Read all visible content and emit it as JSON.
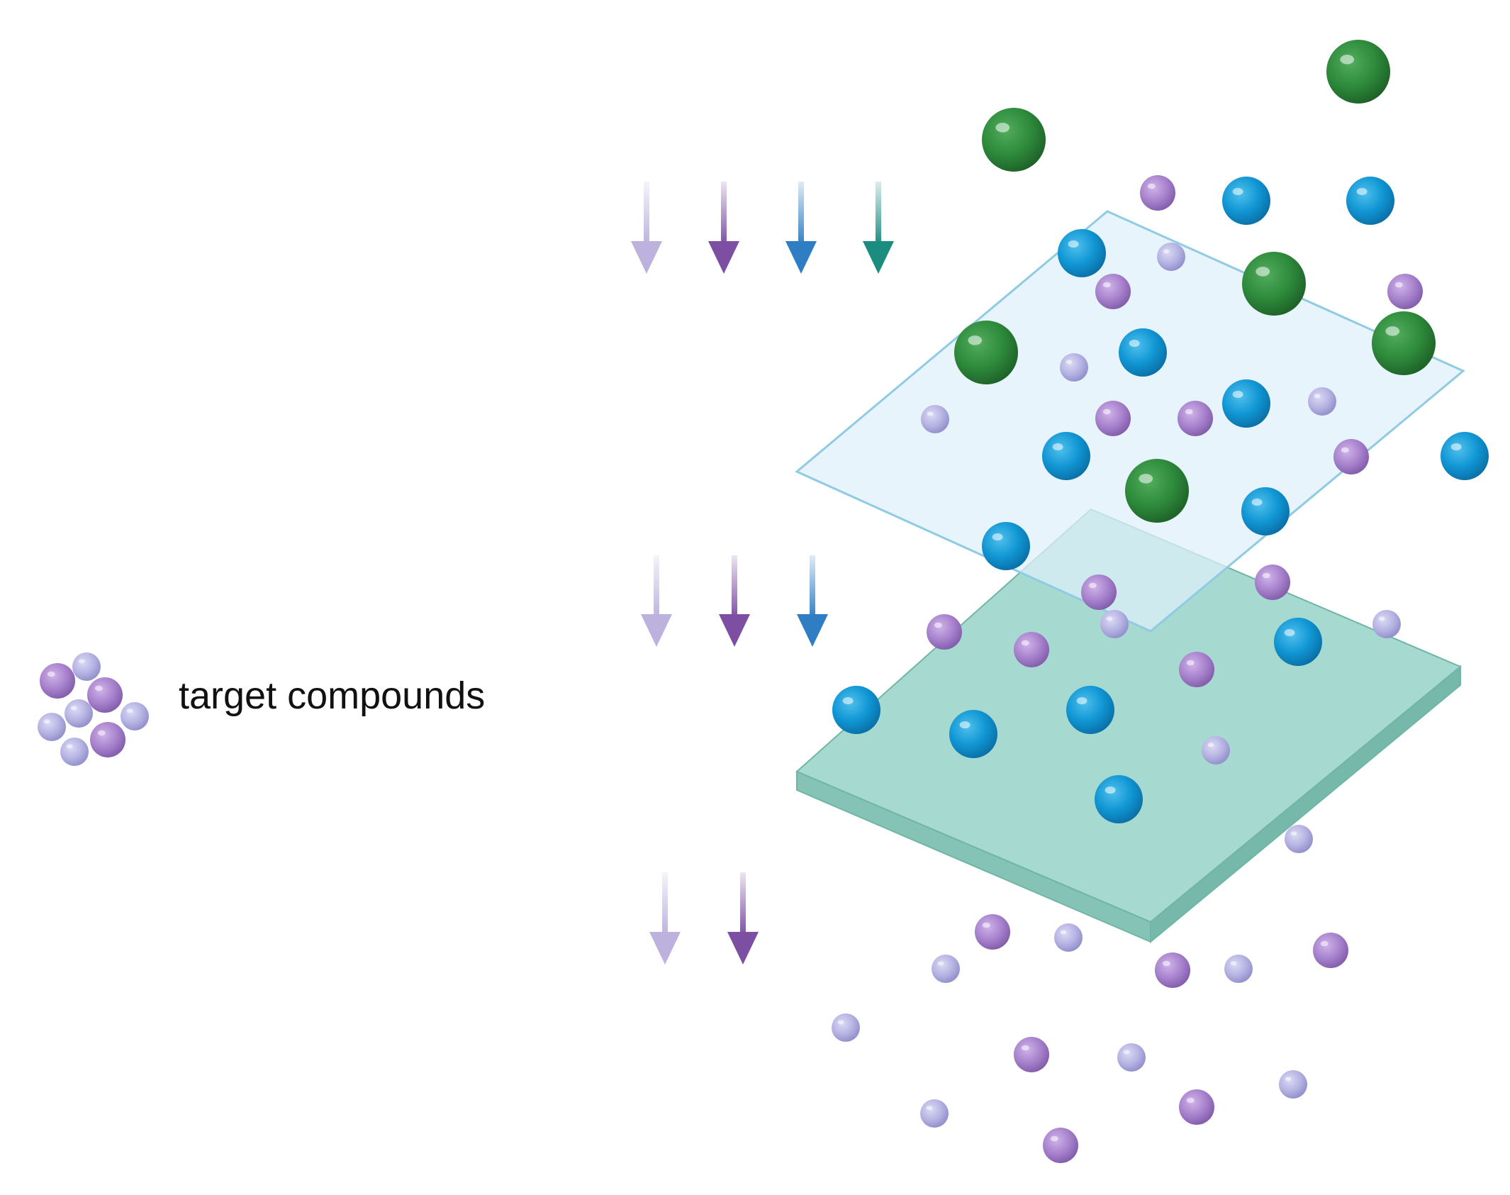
{
  "legend": {
    "label": "target compounds"
  },
  "colors": {
    "light_purple": "#b6b3e3",
    "purple": "#a882cd",
    "blue": "#1096d4",
    "green": "#2e8b3c",
    "arrow_lavender": "#bdb2de",
    "arrow_purple": "#7d4fa3",
    "arrow_blue": "#2f7ec4",
    "arrow_teal": "#1a8c80",
    "upper_membrane": "#dff0fa",
    "lower_membrane": "#a6d9cf"
  },
  "layers": [
    {
      "name": "upper-membrane",
      "passes": [
        "light_purple",
        "purple",
        "blue",
        "green"
      ]
    },
    {
      "name": "lower-membrane",
      "passes": [
        "light_purple",
        "purple",
        "blue"
      ]
    },
    {
      "name": "permeate",
      "passes": [
        "light_purple",
        "purple"
      ]
    }
  ]
}
